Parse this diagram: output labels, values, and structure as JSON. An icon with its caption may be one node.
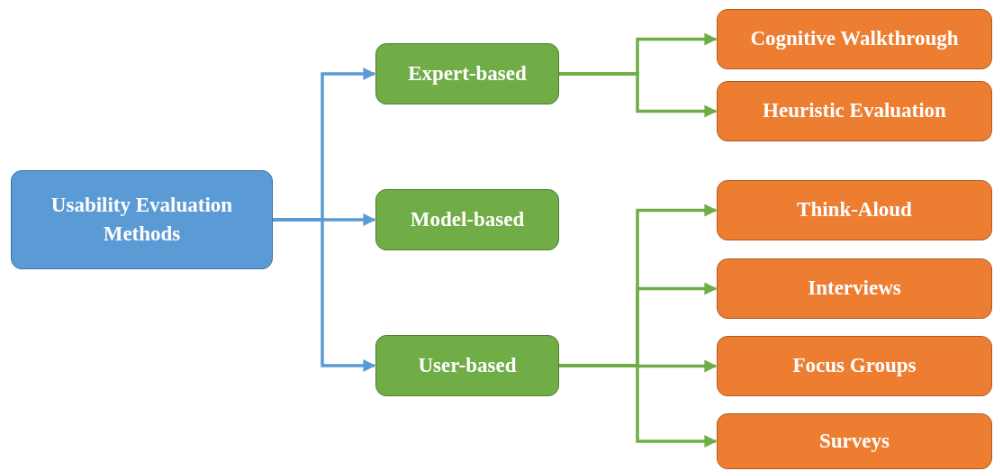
{
  "diagram": {
    "nodes": [
      {
        "text": [
          "Usability Evaluation Methods"
        ]
      },
      {
        "text": [
          "Expert-based"
        ]
      },
      {
        "text": [
          "Model-based"
        ]
      },
      {
        "text": [
          "User-based"
        ]
      },
      {
        "text": [
          "Cognitive Walkthrough"
        ]
      },
      {
        "text": [
          "Heuristic Evaluation"
        ]
      },
      {
        "text": [
          "Think-Aloud"
        ]
      },
      {
        "text": [
          "Interviews"
        ]
      },
      {
        "text": [
          "Focus Groups"
        ]
      },
      {
        "text": [
          "Surveys"
        ]
      }
    ],
    "edges": [
      {
        "from": 0,
        "to": 1,
        "arrow": "to",
        "color": "#5b9bd5"
      },
      {
        "from": 0,
        "to": 2,
        "arrow": "to",
        "color": "#5b9bd5"
      },
      {
        "from": 0,
        "to": 3,
        "arrow": "to",
        "color": "#5b9bd5"
      },
      {
        "from": 1,
        "to": 4,
        "arrow": "to"
      },
      {
        "from": 1,
        "to": 5,
        "arrow": "to"
      },
      {
        "from": 3,
        "to": 6,
        "arrow": "to"
      },
      {
        "from": 3,
        "to": 7,
        "arrow": "to"
      },
      {
        "from": 3,
        "to": 8,
        "arrow": "to"
      },
      {
        "from": 3,
        "to": 9,
        "arrow": "to"
      }
    ]
  }
}
